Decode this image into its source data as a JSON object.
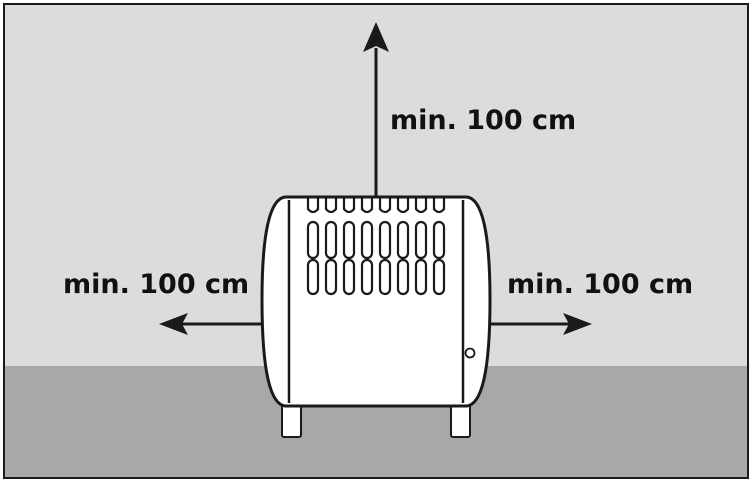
{
  "clearance": {
    "top_label": "min. 100 cm",
    "left_label": "min. 100 cm",
    "right_label": "min. 100 cm"
  },
  "colors": {
    "wall": "#dcdcdc",
    "floor": "#a8a8aa",
    "outline": "#1a1a1a",
    "heater_body": "#ffffff"
  },
  "icons": [
    "heater-icon",
    "arrow-up-icon",
    "arrow-left-icon",
    "arrow-right-icon"
  ]
}
